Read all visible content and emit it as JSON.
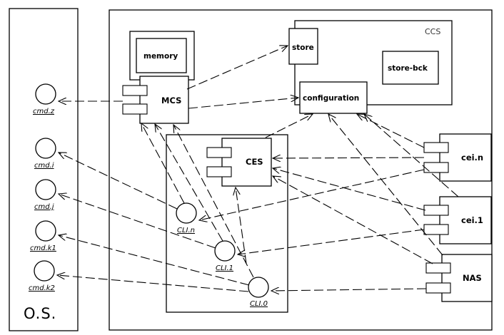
{
  "os": {
    "label": "O.S."
  },
  "ccs": {
    "label": "CCS"
  },
  "nodes": {
    "memory": "memory",
    "mcs": "MCS",
    "store": "store",
    "store_bck": "store-bck",
    "configuration": "configuration",
    "ces": "CES",
    "cei_n": "cei.n",
    "cei_1": "cei.1",
    "nas": "NAS"
  },
  "os_interfaces": [
    "cmd.z",
    "cmd.i",
    "cmd.j",
    "cmd.k1",
    "cmd.k2"
  ],
  "cli_interfaces": [
    "CLI.n",
    "CLI.1",
    "CLI.0"
  ]
}
